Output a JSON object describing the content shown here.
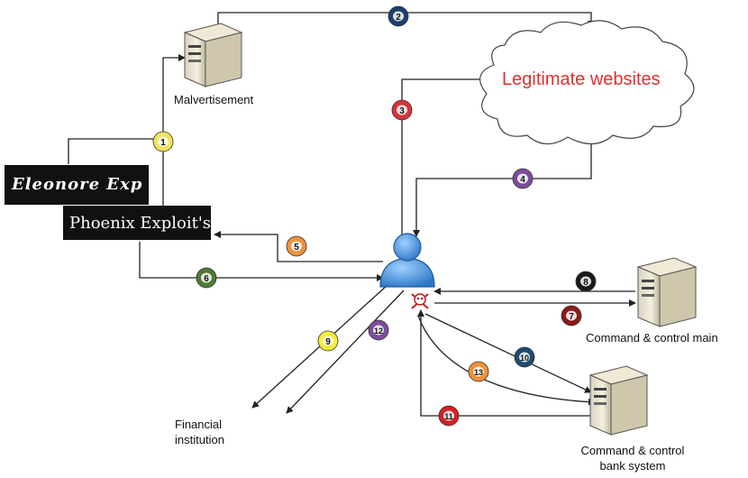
{
  "nodes": {
    "malvertisement": "Malvertisement",
    "legitimate_websites": "Legitimate websites",
    "eleonore": "Eleonore Exp",
    "phoenix": "Phoenix Exploit's",
    "financial_line1": "Financial",
    "financial_line2": "institution",
    "cc_main": "Command & control main",
    "cc_bank_line1": "Command & control",
    "cc_bank_line2": "bank system"
  },
  "steps": [
    {
      "n": "1",
      "color": "#f2e45a"
    },
    {
      "n": "2",
      "color": "#1d3f6e"
    },
    {
      "n": "3",
      "color": "#d6343c"
    },
    {
      "n": "4",
      "color": "#7b4c9a"
    },
    {
      "n": "5",
      "color": "#f0913a"
    },
    {
      "n": "6",
      "color": "#4f7a34"
    },
    {
      "n": "7",
      "color": "#8b1a1a"
    },
    {
      "n": "8",
      "color": "#1a1a1a"
    },
    {
      "n": "9",
      "color": "#f3ee3a"
    },
    {
      "n": "10",
      "color": "#1d4a73"
    },
    {
      "n": "11",
      "color": "#d61f26"
    },
    {
      "n": "12",
      "color": "#7b4c9a"
    },
    {
      "n": "13",
      "color": "#f0913a"
    }
  ],
  "colors": {
    "legit_text": "#e03030",
    "line": "#222222",
    "user_body": "#4a90d9"
  }
}
